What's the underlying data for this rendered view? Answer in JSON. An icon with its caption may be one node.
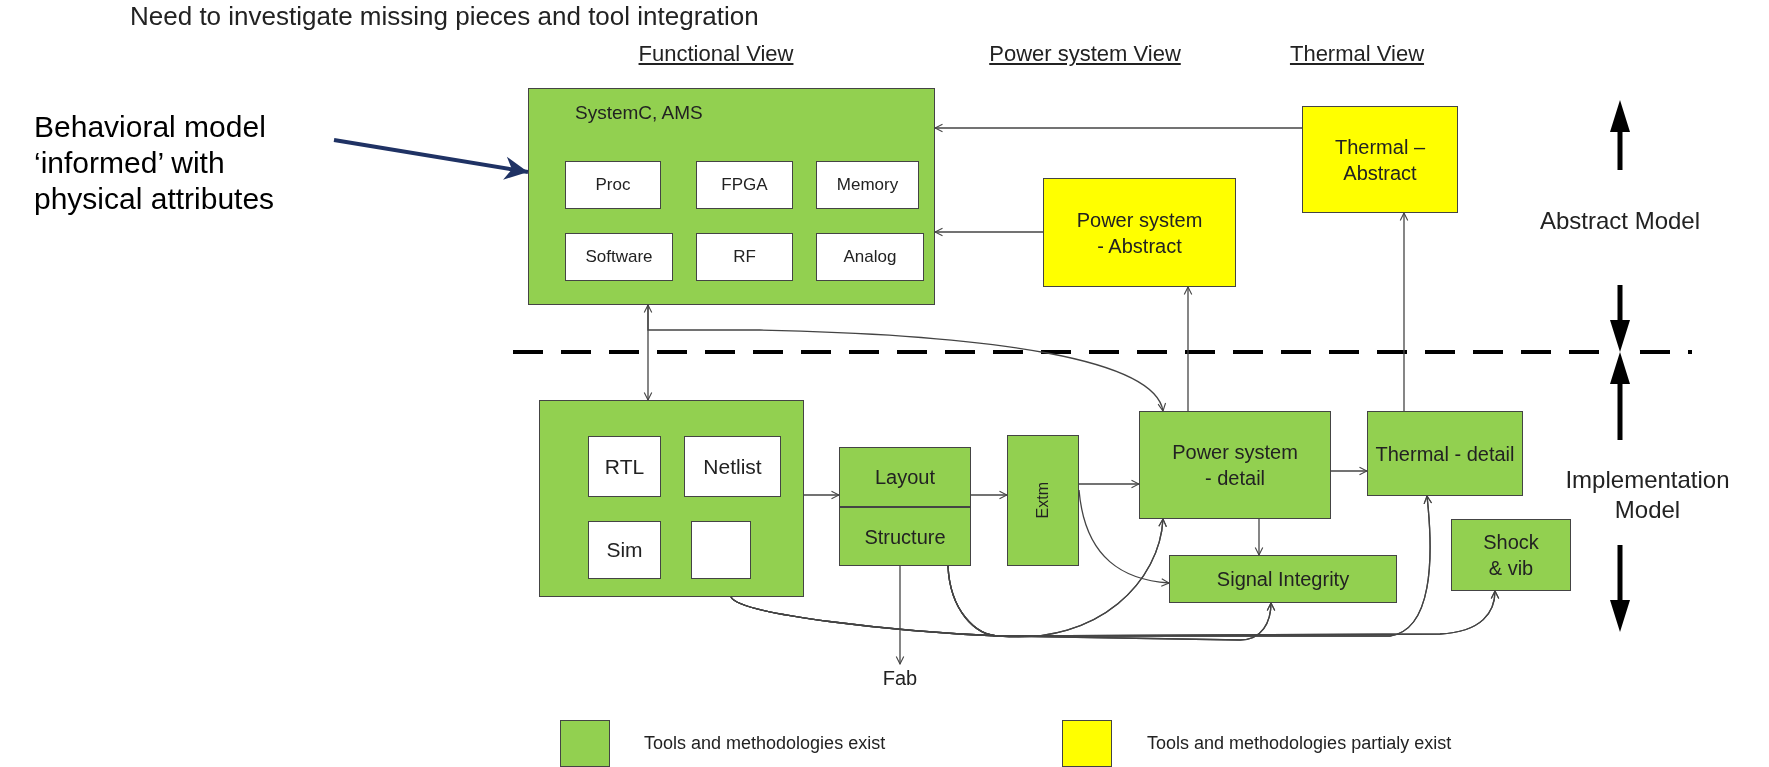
{
  "diagram": {
    "nodes": [
      {
        "text": [
          "Behavioral model ‘informed’ with physical attributes"
        ]
      },
      {
        "text": [
          "SystemC, AMS"
        ]
      },
      {
        "text": [
          "Proc"
        ],
        "in": 1
      },
      {
        "text": [
          "FPGA"
        ],
        "in": 1
      },
      {
        "text": [
          "Memory"
        ],
        "in": 1
      },
      {
        "text": [
          "Software"
        ],
        "in": 1
      },
      {
        "text": [
          "RF"
        ],
        "in": 1
      },
      {
        "text": [
          "Analog"
        ],
        "in": 1
      },
      {
        "text": [
          "Thermal – Abstract"
        ]
      },
      {
        "text": [
          "Power system - Abstract"
        ]
      },
      {
        "text": [],
        "shape": "box"
      },
      {
        "text": [
          "RTL"
        ],
        "in": 10
      },
      {
        "text": [
          "Netlist"
        ],
        "in": 10
      },
      {
        "text": [
          "Sim"
        ],
        "in": 10
      },
      {
        "text": [],
        "shape": "box",
        "in": 10
      },
      {
        "text": [
          "Layout"
        ]
      },
      {
        "text": [
          "Structure"
        ]
      },
      {
        "text": [
          "Extm"
        ]
      },
      {
        "text": [
          "Power system - detail"
        ]
      },
      {
        "text": [
          "Thermal - detail"
        ]
      },
      {
        "text": [
          "Signal Integrity"
        ]
      },
      {
        "text": [
          "Shock & vib"
        ]
      },
      {
        "text": [
          "Fab"
        ]
      }
    ],
    "edges": [
      {
        "from": 0,
        "to": 1,
        "arrow": "to",
        "style": "thick",
        "color": "#1f3264"
      },
      {
        "from": 8,
        "to": 1,
        "arrow": "to"
      },
      {
        "from": 9,
        "to": 1,
        "arrow": "to"
      },
      {
        "from": 1,
        "to": 10,
        "arrow": "both"
      },
      {
        "from": 1,
        "to": 18,
        "arrow": "to"
      },
      {
        "from": 18,
        "to": 9,
        "arrow": "to"
      },
      {
        "from": 19,
        "to": 8,
        "arrow": "to"
      },
      {
        "from": 10,
        "to": 15,
        "arrow": "to"
      },
      {
        "from": 15,
        "to": 17,
        "arrow": "to"
      },
      {
        "from": 17,
        "to": 18,
        "arrow": "to"
      },
      {
        "from": 17,
        "to": 20,
        "arrow": "to"
      },
      {
        "from": 18,
        "to": 19,
        "arrow": "to"
      },
      {
        "from": 18,
        "to": 20,
        "arrow": "to"
      },
      {
        "from": 16,
        "to": 22,
        "arrow": "to"
      },
      {
        "from": 10,
        "to": 18,
        "arrow": "to"
      },
      {
        "from": 10,
        "to": 20,
        "arrow": "to"
      },
      {
        "from": 10,
        "to": 19,
        "arrow": "to"
      },
      {
        "from": 10,
        "to": 21,
        "arrow": "to"
      },
      {
        "from": 16,
        "to": 18,
        "arrow": "to"
      },
      {
        "from": 16,
        "to": 20,
        "arrow": "to"
      },
      {
        "from": 16,
        "to": 19,
        "arrow": "to"
      },
      {
        "from": 16,
        "to": 21,
        "arrow": "to"
      }
    ],
    "labels": [
      "Need to investigate missing pieces and tool integration",
      "Functional View",
      "Power system View",
      "Thermal View",
      "Abstract Model",
      "Implementation Model"
    ],
    "legend": [
      {
        "text": "Tools and methodologies exist",
        "color": "#92d050"
      },
      {
        "text": "Tools and methodologies partialy exist",
        "color": "#ffff00"
      }
    ]
  }
}
